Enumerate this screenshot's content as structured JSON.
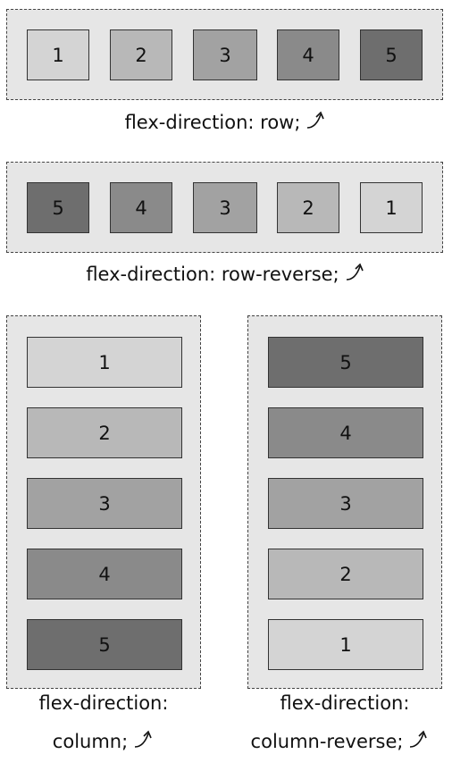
{
  "diagrams": [
    {
      "caption": "flex-direction: row;",
      "items": [
        "1",
        "2",
        "3",
        "4",
        "5"
      ]
    },
    {
      "caption": "flex-direction: row-reverse;",
      "items": [
        "5",
        "4",
        "3",
        "2",
        "1"
      ]
    },
    {
      "caption_line1": "flex-direction:",
      "caption_line2": "column;",
      "items": [
        "1",
        "2",
        "3",
        "4",
        "5"
      ]
    },
    {
      "caption_line1": "flex-direction:",
      "caption_line2": "column-reverse;",
      "items": [
        "5",
        "4",
        "3",
        "2",
        "1"
      ]
    }
  ],
  "shades": {
    "1": "#d4d4d4",
    "2": "#b8b8b8",
    "3": "#a2a2a2",
    "4": "#8a8a8a",
    "5": "#6e6e6e"
  },
  "icons": {
    "caption_arrow": "curved-arrow-up-right-icon"
  }
}
